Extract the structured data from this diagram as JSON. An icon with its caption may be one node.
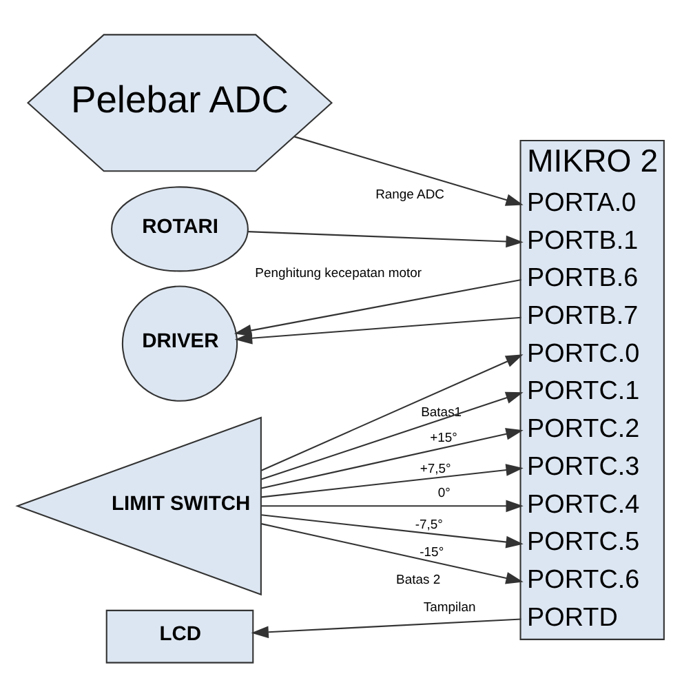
{
  "diagram": {
    "nodes": [
      {
        "text": [
          "Pelebar ADC"
        ]
      },
      {
        "text": [
          "MIKRO 2",
          "PORTA.0",
          "PORTB.1",
          "PORTB.6",
          "PORTB.7",
          "PORTC.0",
          "PORTC.1",
          "PORTC.2",
          "PORTC.3",
          "PORTC.4",
          "PORTC.5",
          "PORTC.6",
          "PORTD"
        ]
      },
      {
        "text": [
          "ROTARI"
        ]
      },
      {
        "text": [
          "DRIVER"
        ]
      },
      {
        "text": [
          "LIMIT SWITCH"
        ]
      },
      {
        "text": [
          "LCD"
        ]
      }
    ],
    "edges": [
      {
        "from": 0,
        "to": 1,
        "arrow": "to",
        "label": "Range ADC"
      },
      {
        "from": 2,
        "to": 1,
        "arrow": "to",
        "label": "Penghitung kecepatan motor"
      },
      {
        "from": 1,
        "to": 3,
        "arrow": "to"
      },
      {
        "from": 1,
        "to": 3,
        "arrow": "to"
      },
      {
        "from": 4,
        "to": 1,
        "arrow": "to",
        "label": "Batas1"
      },
      {
        "from": 4,
        "to": 1,
        "arrow": "to",
        "label": "+15°"
      },
      {
        "from": 4,
        "to": 1,
        "arrow": "to",
        "label": "+7,5°"
      },
      {
        "from": 4,
        "to": 1,
        "arrow": "to",
        "label": "0°"
      },
      {
        "from": 4,
        "to": 1,
        "arrow": "to",
        "label": "-7,5°"
      },
      {
        "from": 4,
        "to": 1,
        "arrow": "to",
        "label": "-15°"
      },
      {
        "from": 4,
        "to": 1,
        "arrow": "to",
        "label": "Batas 2"
      },
      {
        "from": 1,
        "to": 5,
        "arrow": "to",
        "label": "Tampilan"
      }
    ]
  }
}
